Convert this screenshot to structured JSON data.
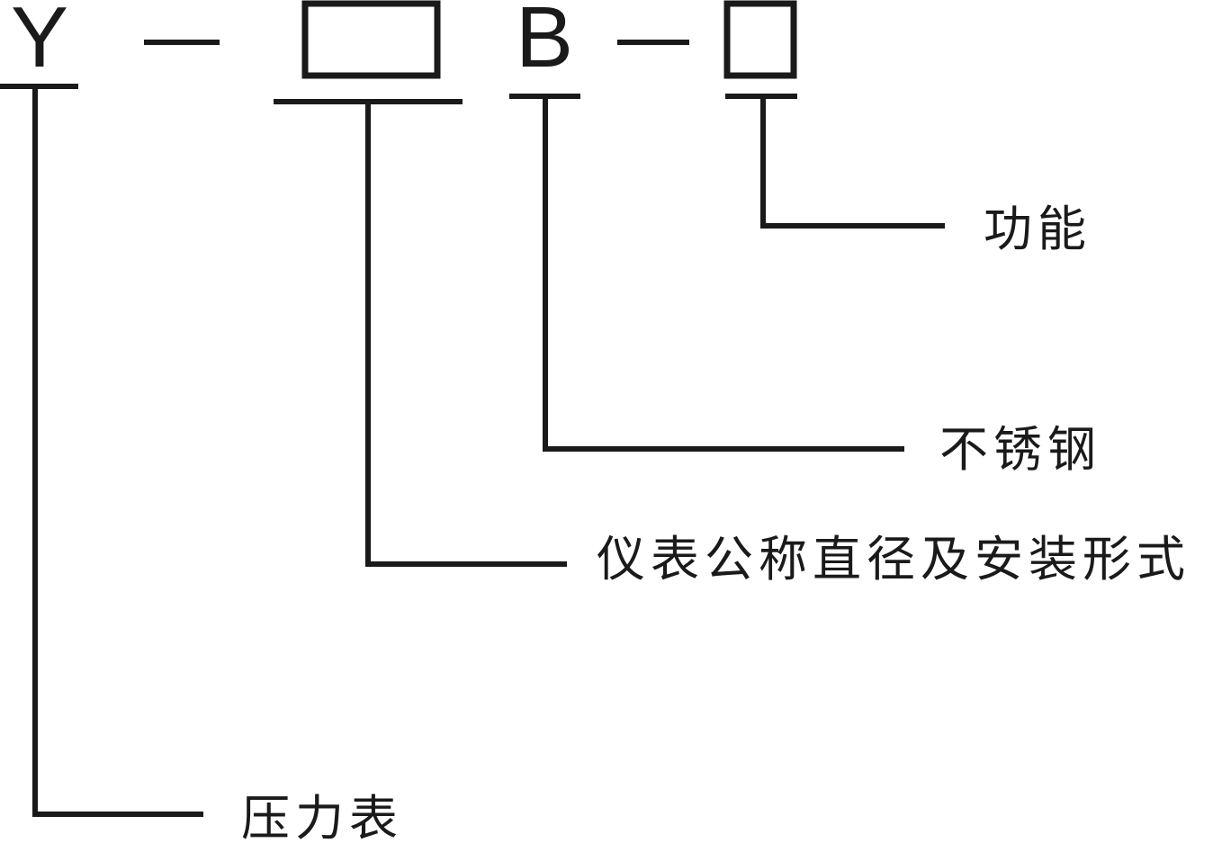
{
  "code": {
    "letter_y": "Y",
    "dash_1": "–",
    "letter_b": "B",
    "dash_2": "–"
  },
  "labels": {
    "function": "功能",
    "stainless_steel": "不锈钢",
    "diameter_mounting": "仪表公称直径及安装形式",
    "pressure_gauge": "压力表"
  }
}
